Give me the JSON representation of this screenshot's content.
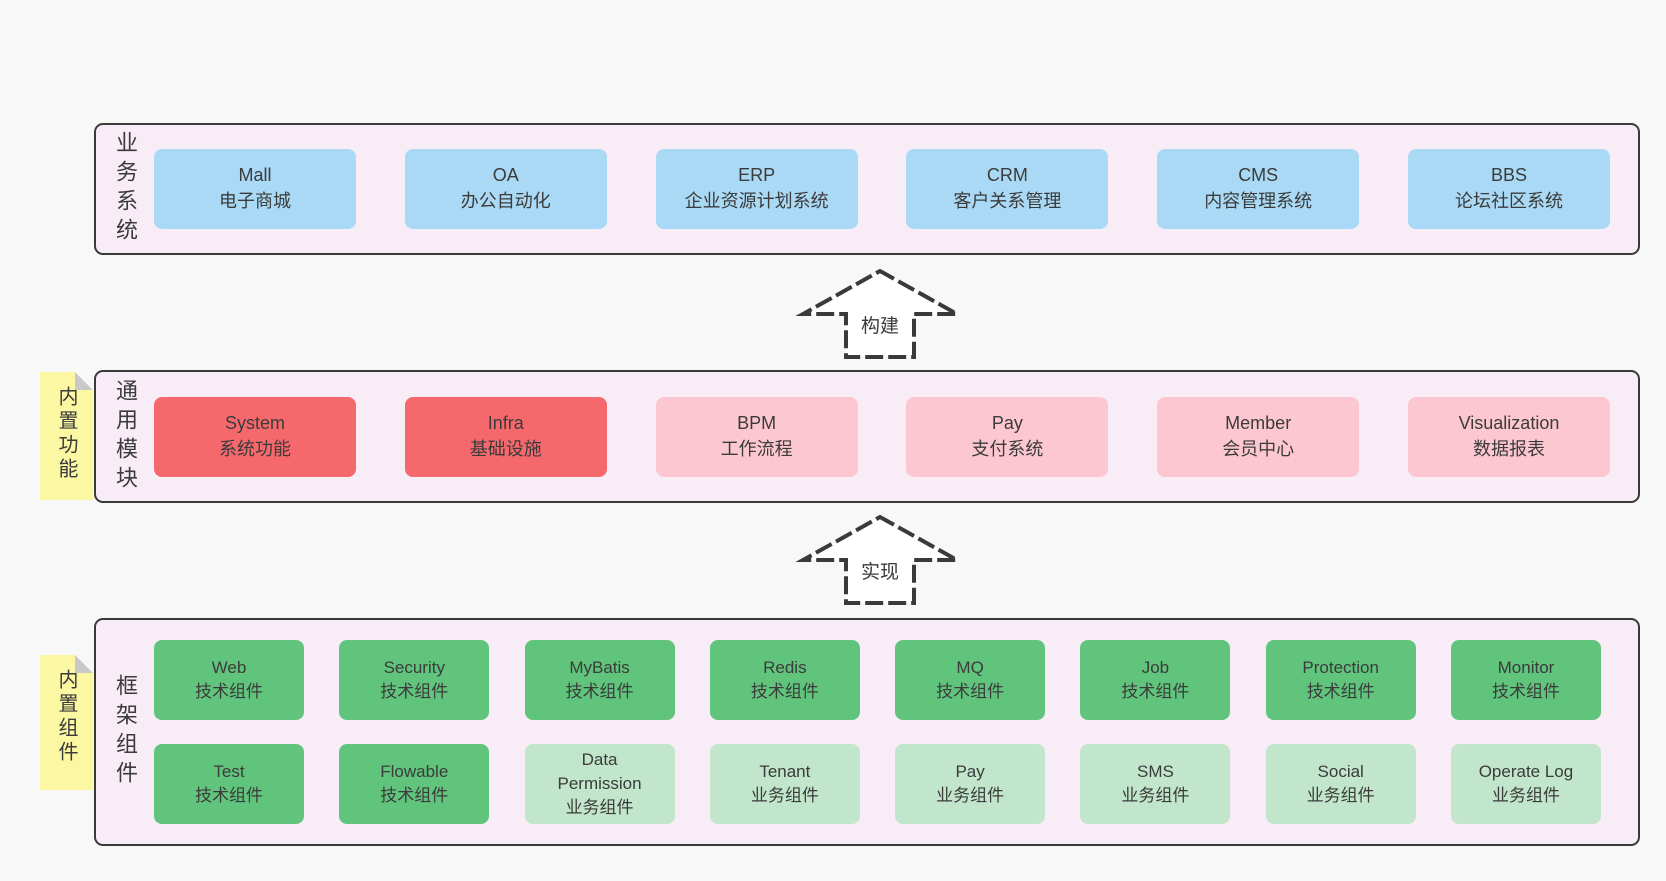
{
  "colors": {
    "page_bg": "#f8f8f8",
    "panel_bg": "#f8edf6",
    "panel_border": "#3a3a3a",
    "blue_box": "#aad9f5",
    "red_box": "#f5696d",
    "pink_box": "#fcc7d0",
    "green_box": "#60c47c",
    "light_green_box": "#c1e6cb",
    "sticky_yellow": "#fbf7a2",
    "sticky_fold_gray": "#c9c9cb",
    "text": "#3b3b3b"
  },
  "arrows": {
    "build": "构建",
    "implement": "实现"
  },
  "sections": {
    "business": {
      "label": "业务系统",
      "boxes": [
        {
          "title": "Mall",
          "subtitle": "电子商城",
          "variant": "blue"
        },
        {
          "title": "OA",
          "subtitle": "办公自动化",
          "variant": "blue"
        },
        {
          "title": "ERP",
          "subtitle": "企业资源计划系统",
          "variant": "blue"
        },
        {
          "title": "CRM",
          "subtitle": "客户关系管理",
          "variant": "blue"
        },
        {
          "title": "CMS",
          "subtitle": "内容管理系统",
          "variant": "blue"
        },
        {
          "title": "BBS",
          "subtitle": "论坛社区系统",
          "variant": "blue"
        }
      ]
    },
    "modules": {
      "label": "通用模块",
      "sticky": "内置功能",
      "boxes": [
        {
          "title": "System",
          "subtitle": "系统功能",
          "variant": "red"
        },
        {
          "title": "Infra",
          "subtitle": "基础设施",
          "variant": "red"
        },
        {
          "title": "BPM",
          "subtitle": "工作流程",
          "variant": "pink"
        },
        {
          "title": "Pay",
          "subtitle": "支付系统",
          "variant": "pink"
        },
        {
          "title": "Member",
          "subtitle": "会员中心",
          "variant": "pink"
        },
        {
          "title": "Visualization",
          "subtitle": "数据报表",
          "variant": "pink"
        }
      ]
    },
    "components": {
      "label": "框架组件",
      "sticky": "内置组件",
      "row1": [
        {
          "title": "Web",
          "subtitle": "技术组件",
          "variant": "green"
        },
        {
          "title": "Security",
          "subtitle": "技术组件",
          "variant": "green"
        },
        {
          "title": "MyBatis",
          "subtitle": "技术组件",
          "variant": "green"
        },
        {
          "title": "Redis",
          "subtitle": "技术组件",
          "variant": "green"
        },
        {
          "title": "MQ",
          "subtitle": "技术组件",
          "variant": "green"
        },
        {
          "title": "Job",
          "subtitle": "技术组件",
          "variant": "green"
        },
        {
          "title": "Protection",
          "subtitle": "技术组件",
          "variant": "green"
        },
        {
          "title": "Monitor",
          "subtitle": "技术组件",
          "variant": "green"
        }
      ],
      "row2": [
        {
          "title": "Test",
          "subtitle": "技术组件",
          "variant": "green"
        },
        {
          "title": "Flowable",
          "subtitle": "技术组件",
          "variant": "green"
        },
        {
          "title": "Data Permission",
          "subtitle": "业务组件",
          "variant": "lightgreen"
        },
        {
          "title": "Tenant",
          "subtitle": "业务组件",
          "variant": "lightgreen"
        },
        {
          "title": "Pay",
          "subtitle": "业务组件",
          "variant": "lightgreen"
        },
        {
          "title": "SMS",
          "subtitle": "业务组件",
          "variant": "lightgreen"
        },
        {
          "title": "Social",
          "subtitle": "业务组件",
          "variant": "lightgreen"
        },
        {
          "title": "Operate Log",
          "subtitle": "业务组件",
          "variant": "lightgreen"
        }
      ]
    }
  }
}
